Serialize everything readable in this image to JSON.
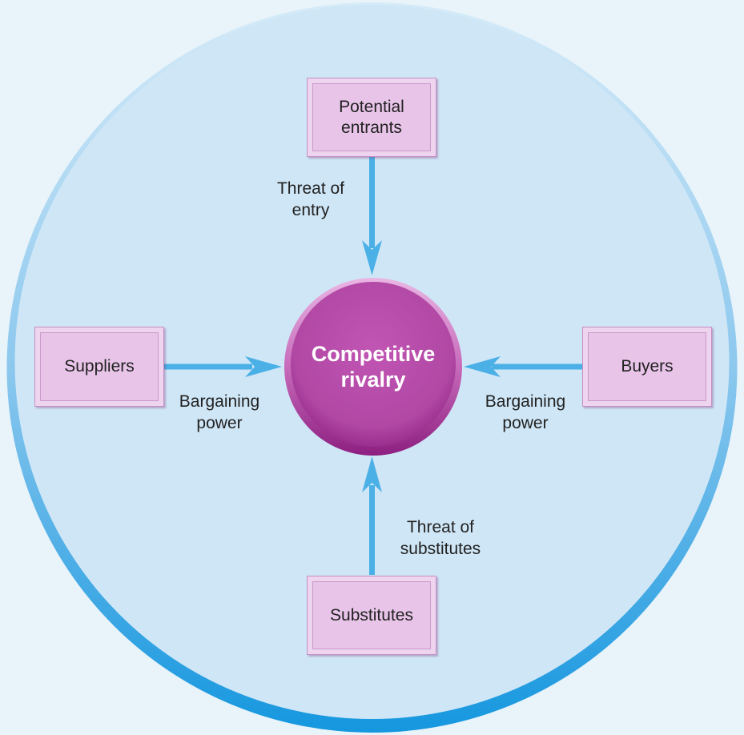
{
  "center": {
    "line1": "Competitive",
    "line2": "rivalry"
  },
  "forces": {
    "top": {
      "line1": "Potential",
      "line2": "entrants"
    },
    "left": {
      "line1": "Suppliers"
    },
    "right": {
      "line1": "Buyers"
    },
    "bottom": {
      "line1": "Substitutes"
    }
  },
  "arrows": {
    "top": {
      "line1": "Threat of",
      "line2": "entry"
    },
    "left": {
      "line1": "Bargaining",
      "line2": "power"
    },
    "right": {
      "line1": "Bargaining",
      "line2": "power"
    },
    "bottom": {
      "line1": "Threat of",
      "line2": "substitutes"
    }
  },
  "colors": {
    "outer_ring": "#1a9be0",
    "outer_fill": "#cfe6f6",
    "arrow": "#4ab0e6",
    "box_fill": "#e8c4e8",
    "center_fill": "#b84aa8"
  }
}
